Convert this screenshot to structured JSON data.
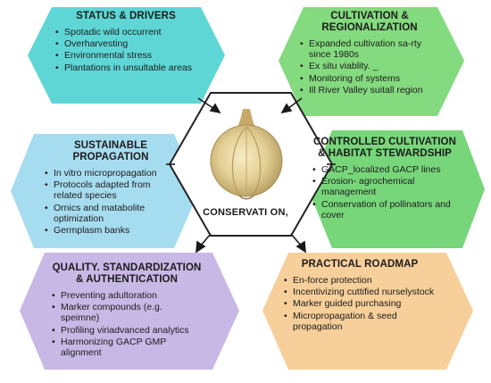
{
  "center": {
    "label": "CONSERVATI ON,"
  },
  "panels": {
    "status": {
      "title": "STATUS & DRIVERS",
      "items": [
        "Spotadic wild occurrent",
        "Overharvesting",
        "Environmental stress",
        "Plantations in unsultable areas"
      ],
      "color": "#5fd6d6"
    },
    "cultivation": {
      "title": "CULTIVATION & REGIONALIZATION",
      "items": [
        "Expanded cultivation sa-rty since 1980s",
        "Ex situ viablity. _",
        "Monitoring of systems",
        "Ill River Valley suitall region"
      ],
      "color": "#84da7e"
    },
    "sustainable": {
      "title": "SUSTAINABLE PROPAGATION",
      "items": [
        "In vitro micropropagation",
        "Protocols adapted from related species",
        "Ornics and matabolite optimization",
        "Germplasm banks"
      ],
      "color": "#a6dcef"
    },
    "controlled": {
      "title": "CONTROLLED CULTIVATION & HABITAT STEWARDSHIP",
      "items": [
        "GACP_localized GACP lines",
        "Erosion- agrochemical management",
        "Conservation of pollinators and cover"
      ],
      "color": "#78d67a"
    },
    "quality": {
      "title": "QUALITY. STANDARDIZATION & AUTHENTICATION",
      "items": [
        "Preventing adultoration",
        "Marker compounds (e.g. speimne)",
        "Profiling viriadvanced analytics",
        "Harmonizing GACP GMP alignment"
      ],
      "color": "#c8b8e6"
    },
    "roadmap": {
      "title": "PRACTICAL ROADMAP",
      "items": [
        "En-force protection",
        "Incentivizing cuttified nurselystock",
        "Marker guided purchasing",
        "Micropropagation & seed propagation"
      ],
      "color": "#f7cf9a"
    }
  }
}
